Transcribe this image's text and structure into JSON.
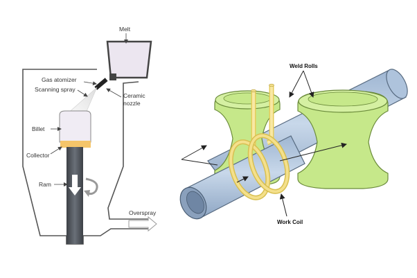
{
  "spray_diagram": {
    "labels": {
      "melt": "Melt",
      "gas_atomizer": "Gas atomizer",
      "scanning_spray": "Scanning spray",
      "ceramic_nozzle_line1": "Ceramic",
      "ceramic_nozzle_line2": "nozzle",
      "billet": "Billet",
      "collector": "Collector",
      "ram": "Ram",
      "overspray": "Overspray"
    }
  },
  "weld_diagram": {
    "labels": {
      "weld_rolls": "Weld Rolls",
      "work_coil": "Work Coil"
    }
  },
  "colors": {
    "roll_green": "#c6e88a",
    "tube_blue": "#b2c8e0",
    "coil_yellow": "#f4e08c",
    "melt_fill": "#ece6f0",
    "billet_fill": "#f0ecf4",
    "collector_orange": "#f5c56a",
    "ram_gray": "#555a60"
  }
}
